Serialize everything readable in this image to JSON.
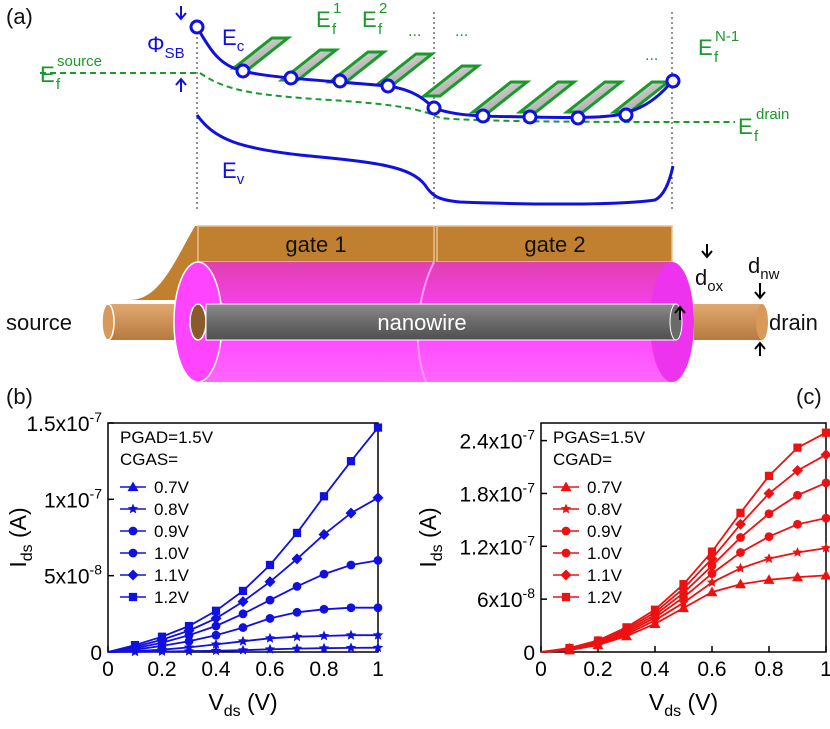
{
  "panels": {
    "a": "(a)",
    "b": "(b)",
    "c": "(c)"
  },
  "schematic": {
    "phi_main": "Φ",
    "phi_sub": "SB",
    "ec_main": "E",
    "ec_sub": "c",
    "ev_main": "E",
    "ev_sub": "v",
    "ef_source_main": "E",
    "ef_source_sub": "f",
    "ef_source_sup": "source",
    "ef_drain_main": "E",
    "ef_drain_sub": "f",
    "ef_drain_sup": "drain",
    "ef1_main": "E",
    "ef1_sub": "f",
    "ef1_sup": "1",
    "ef2_main": "E",
    "ef2_sub": "f",
    "ef2_sup": "2",
    "efN_main": "E",
    "efN_sub": "f",
    "efN_sup": "N-1",
    "dots1": "...",
    "dots2": "...",
    "dots3": "...",
    "gate1": "gate 1",
    "gate2": "gate 2",
    "nanowire": "nanowire",
    "source": "source",
    "drain": "drain",
    "dox_main": "d",
    "dox_sub": "ox",
    "dnw_main": "d",
    "dnw_sub": "nw"
  },
  "colors": {
    "band": "#1010e0",
    "fermi": "#1a9a2a",
    "gate": "#c0802f",
    "oxide": "#ff33ff",
    "nanowire": "#707070",
    "contact": "#d4955a",
    "chart_c": "#ee1111"
  },
  "chart_data": [
    {
      "panel": "b",
      "type": "line",
      "xlabel_main": "V",
      "xlabel_sub": "ds",
      "xlabel_unit": " (V)",
      "ylabel_main": "I",
      "ylabel_sub": "ds",
      "ylabel_unit": " (A)",
      "xlim": [
        0,
        1
      ],
      "ylim": [
        0,
        1.5e-07
      ],
      "x_ticks": [
        "0",
        "0.2",
        "0.4",
        "0.6",
        "0.8",
        "1"
      ],
      "y_ticks": [
        {
          "value": 0,
          "mant": "0",
          "exp": ""
        },
        {
          "value": 5e-08,
          "mant": "5x10",
          "exp": "-8"
        },
        {
          "value": 1e-07,
          "mant": "1x10",
          "exp": "-7"
        },
        {
          "value": 1.5e-07,
          "mant": "1.5x10",
          "exp": "-7"
        }
      ],
      "legend_title": [
        "PGAD=1.5V",
        "CGAS="
      ],
      "legend_position": "top-left",
      "x": [
        0,
        0.1,
        0.2,
        0.3,
        0.4,
        0.5,
        0.6,
        0.7,
        0.8,
        0.9,
        1.0
      ],
      "series": [
        {
          "name": "0.7V",
          "marker": "star",
          "values": [
            0,
            1e-10,
            3e-10,
            5e-10,
            8e-10,
            1.2e-09,
            1.8e-09,
            2.2e-09,
            2.5e-09,
            2.7e-09,
            2.8e-09
          ]
        },
        {
          "name": "0.8V",
          "marker": "star",
          "values": [
            0,
            5e-10,
            1.5e-09,
            3e-09,
            5e-09,
            7e-09,
            9e-09,
            1e-08,
            1.05e-08,
            1.1e-08,
            1.1e-08
          ]
        },
        {
          "name": "0.9V",
          "marker": "circle",
          "values": [
            0,
            1.5e-09,
            4e-09,
            7e-09,
            1.1e-08,
            1.6e-08,
            2.2e-08,
            2.6e-08,
            2.8e-08,
            2.9e-08,
            2.9e-08
          ]
        },
        {
          "name": "1.0V",
          "marker": "circle",
          "values": [
            0,
            2.5e-09,
            6e-09,
            1.1e-08,
            1.7e-08,
            2.5e-08,
            3.4e-08,
            4.3e-08,
            5.1e-08,
            5.7e-08,
            6e-08
          ]
        },
        {
          "name": "1.1V",
          "marker": "diamond",
          "values": [
            0,
            3.5e-09,
            8e-09,
            1.4e-08,
            2.2e-08,
            3.3e-08,
            4.6e-08,
            6.1e-08,
            7.7e-08,
            9.1e-08,
            1.01e-07
          ]
        },
        {
          "name": "1.2V",
          "marker": "square",
          "values": [
            0,
            4.5e-09,
            1e-08,
            1.7e-08,
            2.7e-08,
            4e-08,
            5.7e-08,
            7.8e-08,
            1.02e-07,
            1.25e-07,
            1.47e-07
          ]
        }
      ],
      "legend_markers": [
        "triangle",
        "star",
        "circle",
        "circle",
        "diamond",
        "square"
      ]
    },
    {
      "panel": "c",
      "type": "line",
      "xlabel_main": "V",
      "xlabel_sub": "ds",
      "xlabel_unit": " (V)",
      "ylabel_main": "I",
      "ylabel_sub": "ds",
      "ylabel_unit": " (A)",
      "xlim": [
        0,
        1
      ],
      "ylim": [
        0,
        2.6e-07
      ],
      "x_ticks": [
        "0",
        "0.2",
        "0.4",
        "0.6",
        "0.8",
        "1"
      ],
      "y_ticks": [
        {
          "value": 0,
          "mant": "0",
          "exp": ""
        },
        {
          "value": 6e-08,
          "mant": "6x10",
          "exp": "-8"
        },
        {
          "value": 1.2e-07,
          "mant": "1.2x10",
          "exp": "-7"
        },
        {
          "value": 1.8e-07,
          "mant": "1.8x10",
          "exp": "-7"
        },
        {
          "value": 2.4e-07,
          "mant": "2.4x10",
          "exp": "-7"
        }
      ],
      "legend_title": [
        "PGAS=1.5V",
        "CGAD="
      ],
      "legend_position": "top-left",
      "x": [
        0,
        0.1,
        0.2,
        0.3,
        0.4,
        0.5,
        0.6,
        0.7,
        0.8,
        0.9,
        1.0
      ],
      "series": [
        {
          "name": "0.7V",
          "marker": "triangle",
          "values": [
            0,
            2e-09,
            8e-09,
            1.8e-08,
            3.2e-08,
            5e-08,
            6.8e-08,
            7.7e-08,
            8.2e-08,
            8.5e-08,
            8.7e-08
          ]
        },
        {
          "name": "0.8V",
          "marker": "star",
          "values": [
            0,
            2.5e-09,
            9e-09,
            2e-08,
            3.6e-08,
            5.6e-08,
            7.9e-08,
            9.5e-08,
            1.06e-07,
            1.13e-07,
            1.18e-07
          ]
        },
        {
          "name": "0.9V",
          "marker": "circle",
          "values": [
            0,
            3e-09,
            1e-08,
            2.2e-08,
            3.9e-08,
            6.2e-08,
            8.9e-08,
            1.13e-07,
            1.31e-07,
            1.45e-07,
            1.52e-07
          ]
        },
        {
          "name": "1.0V",
          "marker": "circle",
          "values": [
            0,
            3.5e-09,
            1.1e-08,
            2.4e-08,
            4.2e-08,
            6.7e-08,
            9.8e-08,
            1.3e-07,
            1.57e-07,
            1.78e-07,
            1.92e-07
          ]
        },
        {
          "name": "1.1V",
          "marker": "diamond",
          "values": [
            0,
            4e-09,
            1.2e-08,
            2.6e-08,
            4.5e-08,
            7.2e-08,
            1.06e-07,
            1.45e-07,
            1.8e-07,
            2.06e-07,
            2.24e-07
          ]
        },
        {
          "name": "1.2V",
          "marker": "square",
          "values": [
            0,
            4.5e-09,
            1.3e-08,
            2.8e-08,
            4.8e-08,
            7.7e-08,
            1.14e-07,
            1.58e-07,
            2e-07,
            2.32e-07,
            2.49e-07
          ]
        }
      ],
      "legend_markers": [
        "triangle",
        "star",
        "circle",
        "circle",
        "diamond",
        "square"
      ]
    }
  ]
}
